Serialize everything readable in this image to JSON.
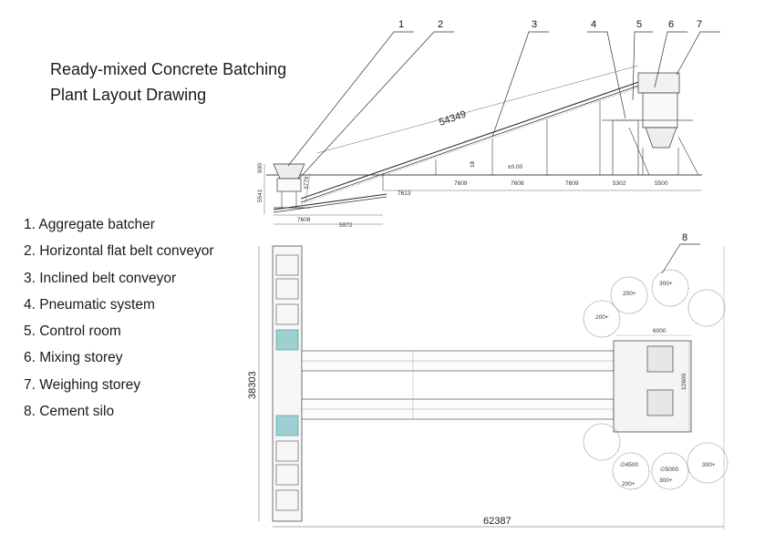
{
  "title": {
    "line1": "Ready-mixed Concrete Batching",
    "line2": "Plant Layout Drawing"
  },
  "legend": [
    "1. Aggregate batcher",
    "2. Horizontal flat belt conveyor",
    "3. Inclined belt conveyor",
    "4. Pneumatic system",
    "5. Control room",
    "6. Mixing storey",
    "7. Weighing storey",
    "8. Cement silo"
  ],
  "callouts": [
    "1",
    "2",
    "3",
    "4",
    "5",
    "6",
    "7",
    "8"
  ],
  "elevation": {
    "belt_length": "54349",
    "segments_top": [
      "7613",
      "7609",
      "7608",
      "7609",
      "5302",
      "5500"
    ],
    "segments_bottom": [
      "7608",
      "5972"
    ],
    "heights": [
      "3779",
      "5541",
      "900",
      "18"
    ],
    "level": "±0.00"
  },
  "plan": {
    "height": "38303",
    "width": "62387",
    "silo_width": "6000",
    "silo_length": "12600",
    "silo_labels": [
      "200+",
      "300+",
      "200+",
      "300+",
      "200+",
      "300+"
    ],
    "dia": "∅4500",
    "dia2": "∅5000"
  }
}
